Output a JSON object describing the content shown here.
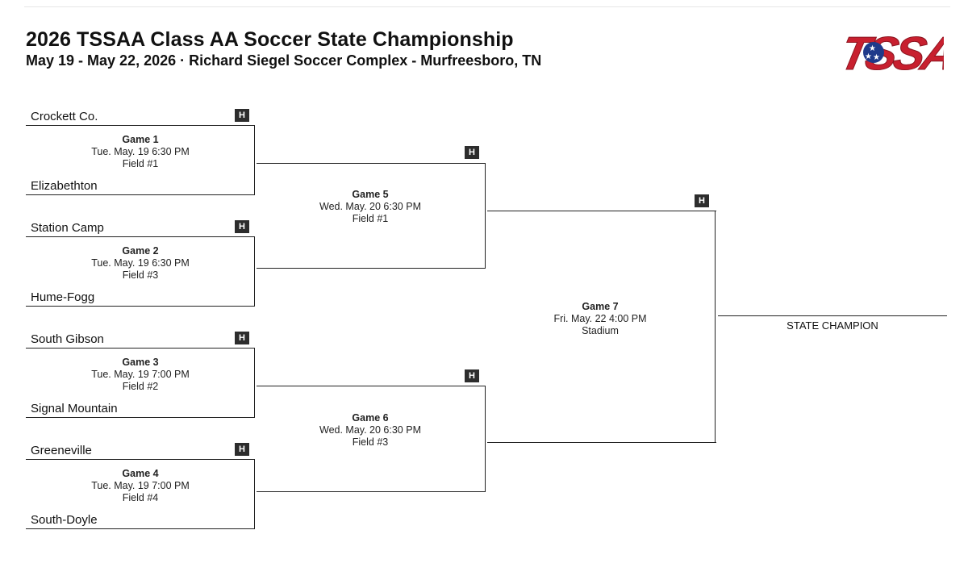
{
  "header": {
    "title": "2026 TSSAA Class AA Soccer State Championship",
    "subtitle": "May 19 - May 22, 2026 · Richard Siegel Soccer Complex - Murfreesboro, TN",
    "logo_text": "TSSAA"
  },
  "home_badge": "H",
  "teams": [
    "Crockett Co.",
    "Elizabethton",
    "Station Camp",
    "Hume-Fogg",
    "South Gibson",
    "Signal Mountain",
    "Greeneville",
    "South-Doyle"
  ],
  "games": [
    {
      "name": "Game 1",
      "time": "Tue. May. 19 6:30 PM",
      "venue": "Field #1"
    },
    {
      "name": "Game 2",
      "time": "Tue. May. 19 6:30 PM",
      "venue": "Field #3"
    },
    {
      "name": "Game 3",
      "time": "Tue. May. 19 7:00 PM",
      "venue": "Field #2"
    },
    {
      "name": "Game 4",
      "time": "Tue. May. 19 7:00 PM",
      "venue": "Field #4"
    },
    {
      "name": "Game 5",
      "time": "Wed. May. 20 6:30 PM",
      "venue": "Field #1"
    },
    {
      "name": "Game 6",
      "time": "Wed. May. 20 6:30 PM",
      "venue": "Field #3"
    },
    {
      "name": "Game 7",
      "time": "Fri. May. 22 4:00 PM",
      "venue": "Stadium"
    }
  ],
  "champion_label": "STATE CHAMPION",
  "colors": {
    "logo_red": "#c8202f",
    "logo_blue": "#1f3a8a",
    "badge": "#2d2d2d",
    "line": "#222222"
  }
}
